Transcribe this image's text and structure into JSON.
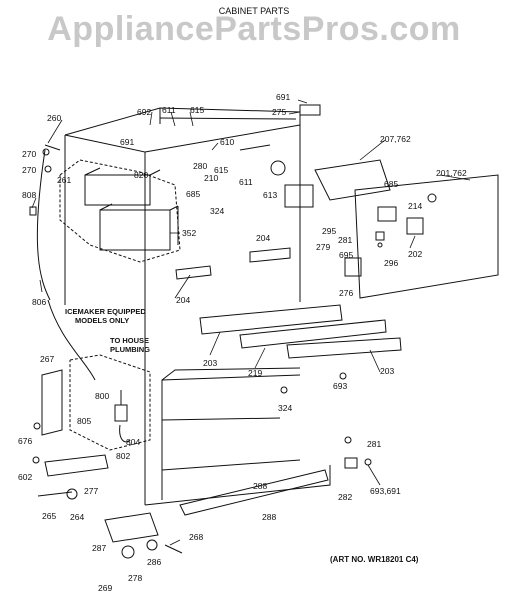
{
  "watermark": "AppliancePartsPros.com",
  "title": "CABINET PARTS",
  "art_no": "(ART NO. WR18201 C4)",
  "notes": {
    "icemaker_line1": "ICEMAKER EQUIPPED",
    "icemaker_line2": "MODELS ONLY",
    "plumbing_line1": "TO HOUSE",
    "plumbing_line2": "PLUMBING"
  },
  "parts": {
    "p691a": "691",
    "p275": "275",
    "p692": "692",
    "p611a": "611",
    "p615a": "615",
    "p691b": "691",
    "p610": "610",
    "p615b": "615",
    "p207": "207,762",
    "p260": "260",
    "p270a": "270",
    "p270b": "270",
    "p261": "261",
    "p820": "820",
    "p280": "280",
    "p210": "210",
    "p611b": "611",
    "p613": "613",
    "p685a": "685",
    "p324a": "324",
    "p685b": "685",
    "p201": "201,762",
    "p214": "214",
    "p808": "808",
    "p352": "352",
    "p295": "295",
    "p204a": "204",
    "p281a": "281",
    "p279": "279",
    "p202": "202",
    "p695": "695",
    "p296": "296",
    "p204b": "204",
    "p276": "276",
    "p806": "806",
    "p203a": "203",
    "p267": "267",
    "p219": "219",
    "p203b": "203",
    "p693a": "693",
    "p800": "800",
    "p805": "805",
    "p324b": "324",
    "p804": "804",
    "p676": "676",
    "p802": "802",
    "p281b": "281",
    "p602": "602",
    "p288a": "288",
    "p282": "282",
    "p693b": "693,691",
    "p277": "277",
    "p265": "265",
    "p264": "264",
    "p288b": "288",
    "p268": "268",
    "p287": "287",
    "p286": "286",
    "p278": "278",
    "p269": "269"
  }
}
